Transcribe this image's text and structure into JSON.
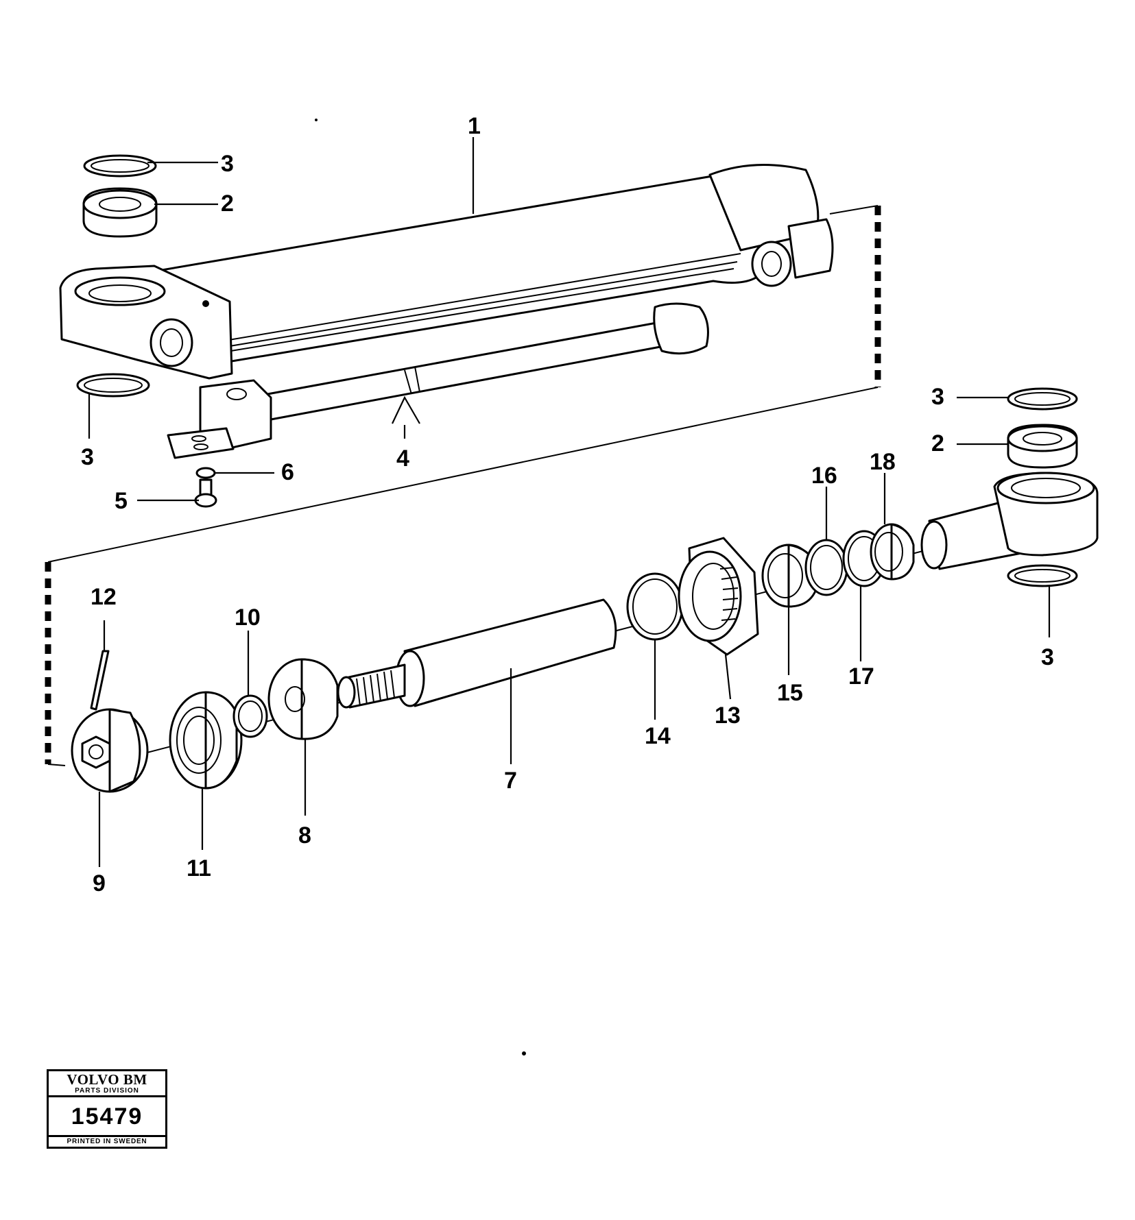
{
  "callouts": {
    "c1": "1",
    "c2_top": "2",
    "c3_top": "3",
    "c3_left": "3",
    "c4": "4",
    "c5": "5",
    "c6": "6",
    "c3_right_top": "3",
    "c2_right": "2",
    "c3_right_bottom": "3",
    "c16": "16",
    "c18": "18",
    "c12": "12",
    "c10": "10",
    "c14": "14",
    "c13": "13",
    "c15": "15",
    "c17": "17",
    "c7": "7",
    "c8": "8",
    "c9": "9",
    "c11": "11"
  },
  "stamp": {
    "brand": "VOLVO BM",
    "division": "PARTS DIVISION",
    "number": "15479",
    "printed": "PRINTED IN SWEDEN"
  }
}
